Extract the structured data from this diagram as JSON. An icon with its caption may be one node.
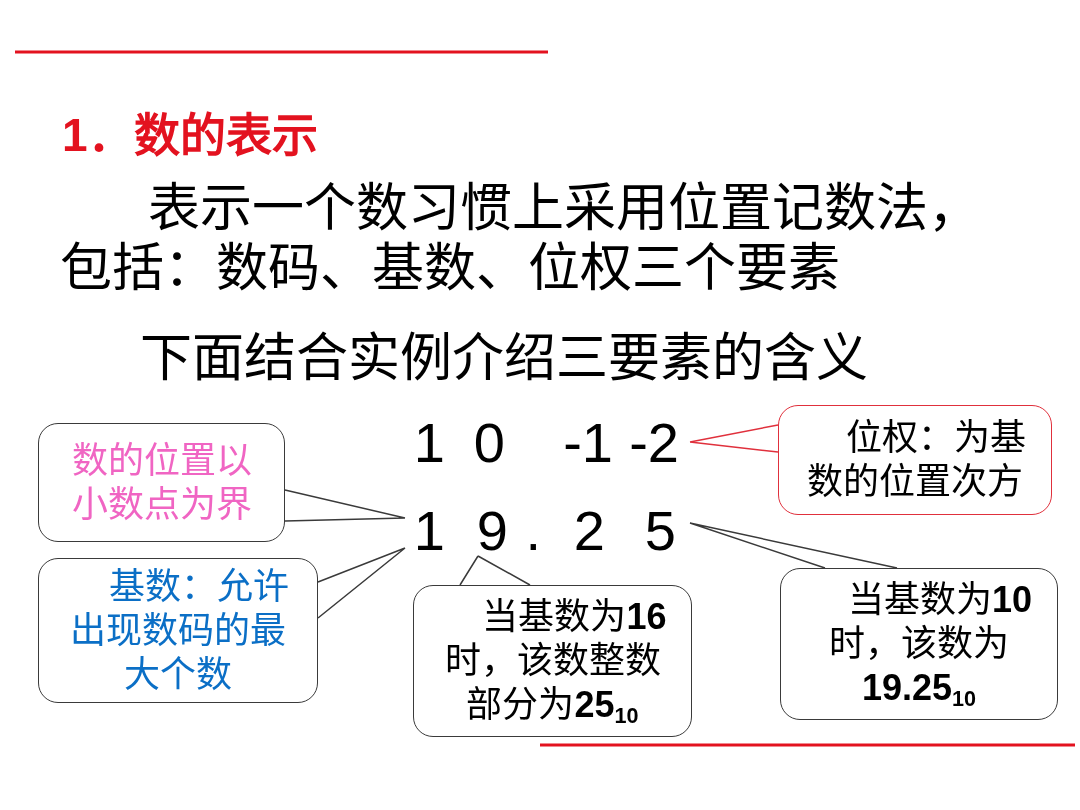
{
  "diagram": {
    "title": "1．数的表示",
    "nodes": [
      {
        "text": [
          "数的位置以小数点为界"
        ]
      },
      {
        "text": [
          "1 0 -1 -2"
        ]
      },
      {
        "text": [
          "位权：为基数的位置次方"
        ]
      },
      {
        "text": [
          "1 9 . 2 5"
        ]
      },
      {
        "text": [
          "基数：允许出现数码的最大个数"
        ]
      },
      {
        "text": [
          "当基数为**16**时，该数整数部分为**25**$_{10}$"
        ]
      },
      {
        "text": [
          "当基数为**10**时，该数为**19.25**$_{10}$"
        ]
      }
    ],
    "edges": [
      {
        "from": 0,
        "to": 3,
        "arrow": "none"
      },
      {
        "from": 2,
        "to": 1,
        "arrow": "none",
        "color": "#e0303c"
      },
      {
        "from": 4,
        "to": 3,
        "arrow": "none"
      },
      {
        "from": 5,
        "to": 3,
        "arrow": "none"
      },
      {
        "from": 6,
        "to": 3,
        "arrow": "none"
      }
    ],
    "labels": [
      "表示一个数习惯上采用位置记数法，包括：数码、基数、位权三个要素",
      "下面结合实例介绍三要素的含义"
    ]
  }
}
